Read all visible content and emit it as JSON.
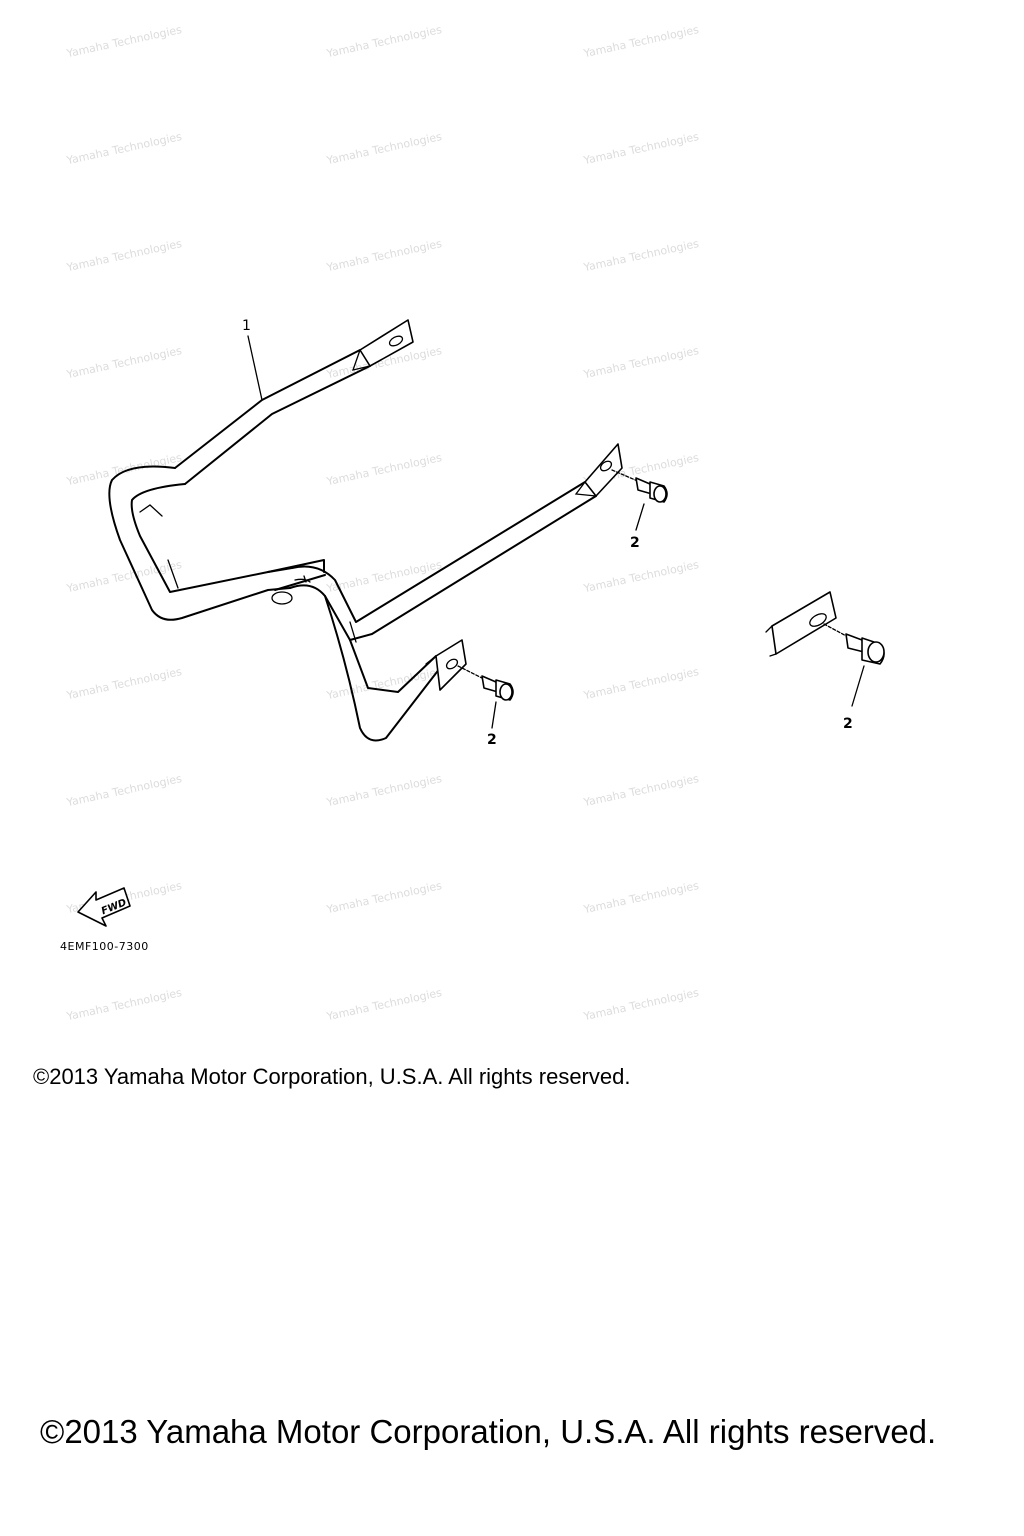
{
  "callouts": {
    "bar": "1",
    "bolt_upper": "2",
    "bolt_lower": "2",
    "bolt_detail": "2"
  },
  "fwd_label": "FWD",
  "fwd_icon": "fwd-arrow-icon",
  "part_code": "4EMF100-7300",
  "watermark_text": "Yamaha Technologies",
  "copyright_small": "©2013 Yamaha Motor Corporation, U.S.A. All rights reserved.",
  "copyright_large": "©2013 Yamaha Motor Corporation, U.S.A. All rights reserved."
}
